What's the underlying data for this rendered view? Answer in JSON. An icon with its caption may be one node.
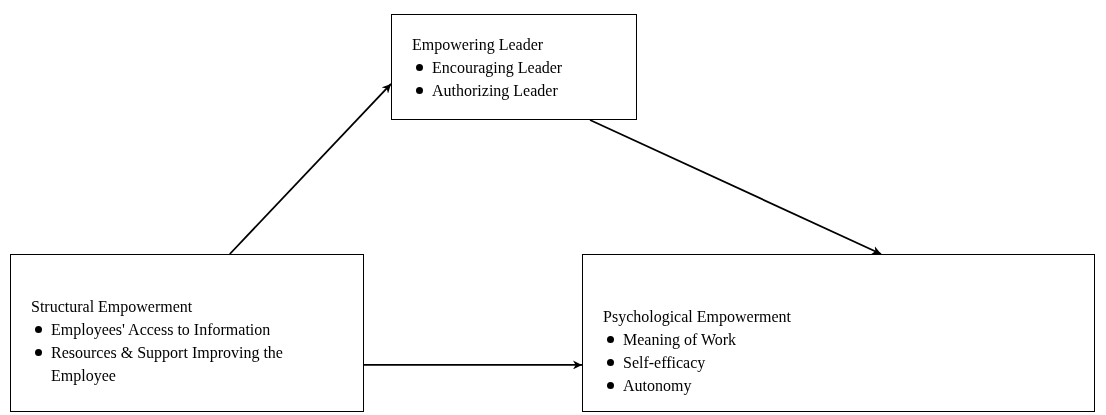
{
  "diagram": {
    "nodes": [
      {
        "text": [
          "Structural Empowerment",
          "Employees' Access to Information",
          "Resources & Support Improving the Employee"
        ]
      },
      {
        "text": [
          "Empowering Leader",
          "Encouraging Leader",
          "Authorizing Leader"
        ]
      },
      {
        "text": [
          "Psychological Empowerment",
          "Meaning of Work",
          "Self-efficacy",
          "Autonomy"
        ]
      }
    ],
    "edges": [
      {
        "from": 0,
        "to": 1,
        "arrow": "to"
      },
      {
        "from": 1,
        "to": 2,
        "arrow": "to"
      },
      {
        "from": 0,
        "to": 2,
        "arrow": "to"
      }
    ]
  }
}
